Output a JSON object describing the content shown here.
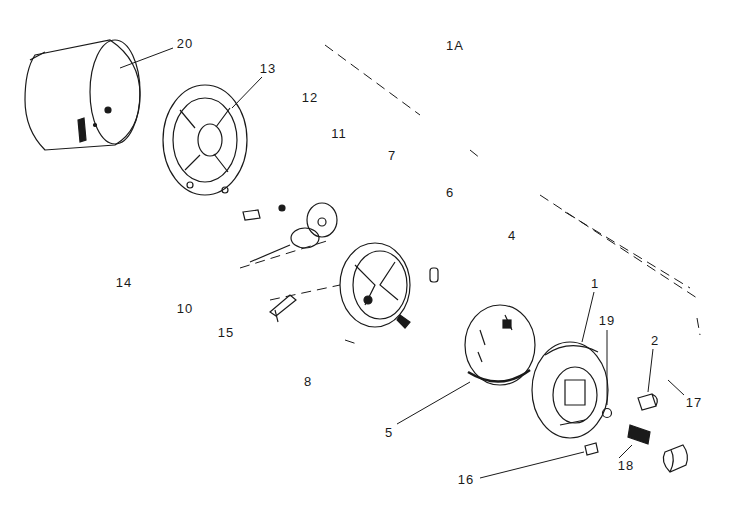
{
  "diagram": {
    "labels": [
      "20",
      "1A",
      "13",
      "12",
      "11",
      "7",
      "6",
      "4",
      "14",
      "10",
      "15",
      "8",
      "1",
      "19",
      "2",
      "5",
      "17",
      "16",
      "18"
    ]
  }
}
